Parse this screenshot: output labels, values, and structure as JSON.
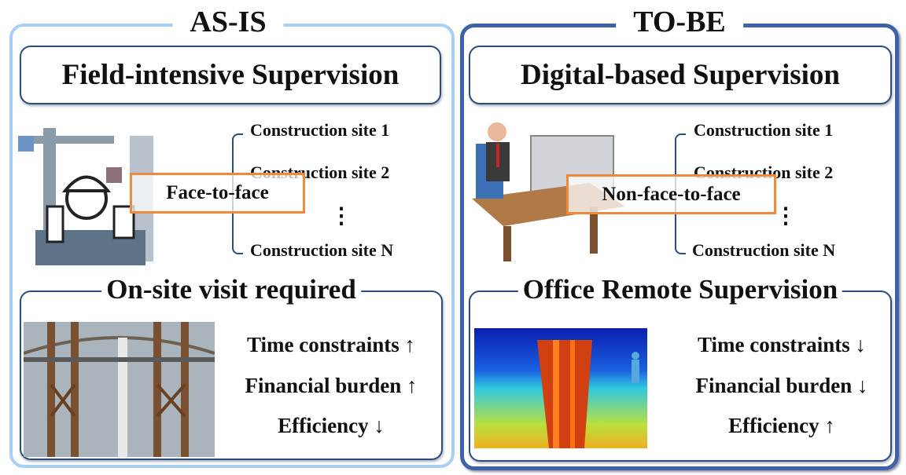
{
  "as_is": {
    "title": "AS-IS",
    "headline": "Field-intensive Supervision",
    "sites": [
      "Construction site 1",
      "Construction site 2",
      "⋮",
      "Construction site N"
    ],
    "mode": "Face-to-face",
    "section": "On-site visit required",
    "metrics": [
      "Time constraints ↑",
      "Financial burden ↑",
      "Efficiency ↓"
    ]
  },
  "to_be": {
    "title": "TO-BE",
    "headline": "Digital-based Supervision",
    "sites": [
      "Construction site 1",
      "Construction site 2",
      "⋮",
      "Construction site N"
    ],
    "mode": "Non-face-to-face",
    "section": "Office Remote Supervision",
    "metrics": [
      "Time constraints ↓",
      "Financial burden ↓",
      "Efficiency ↑"
    ]
  },
  "colors": {
    "as_is_border": "#a9d0f2",
    "to_be_border": "#3d62a8",
    "box_border": "#2b4f7c",
    "highlight": "#f08a3a"
  }
}
